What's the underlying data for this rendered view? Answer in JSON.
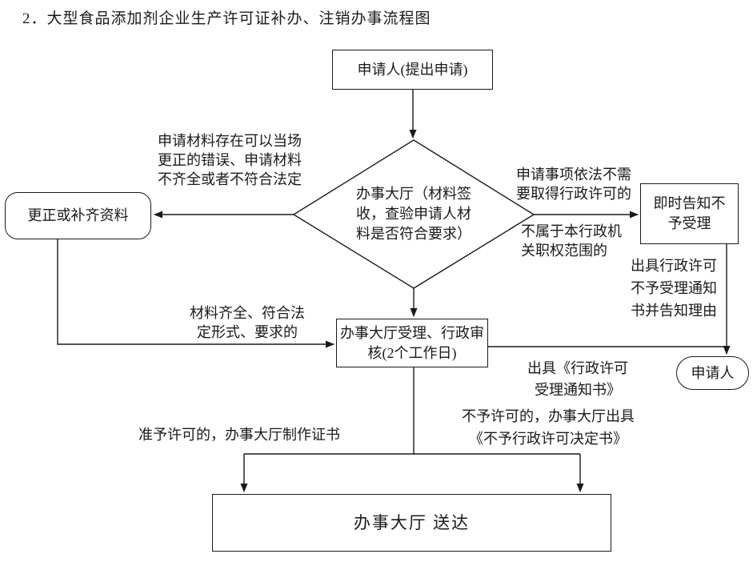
{
  "title": "2．大型食品添加剂企业生产许可证补办、注销办事流程图",
  "colors": {
    "line": "#1a1a1a",
    "background": "#ffffff"
  },
  "nodes": {
    "start": "申请人(提出申请)",
    "review": "办事大厅（材料签收，查验申请人材料是否符合要求）",
    "correct": "更正或补齐资料",
    "reject": "即时告知不予受理",
    "accept": "办事大厅受理、行政审核(2个工作日)",
    "applicant_end": "申请人",
    "deliver": "办事大厅 送达"
  },
  "labels": {
    "left_condition": "申请材料存在可以当场更正的错误、申请材料不齐全或者不符合法定",
    "right_condition_top": "申请事项依法不需要取得行政许可的",
    "right_condition_bottom": "不属于本行政机关职权范围的",
    "reject_notice": "出具行政许可不予受理通知书并告知理由",
    "complete_condition": "材料齐全、符合法定形式、要求的",
    "accept_notice": "出具《行政许可受理通知书》",
    "approve": "准予许可的，办事大厅制作证书",
    "deny": "不予许可的，办事大厅出具《不予行政许可决定书》"
  }
}
